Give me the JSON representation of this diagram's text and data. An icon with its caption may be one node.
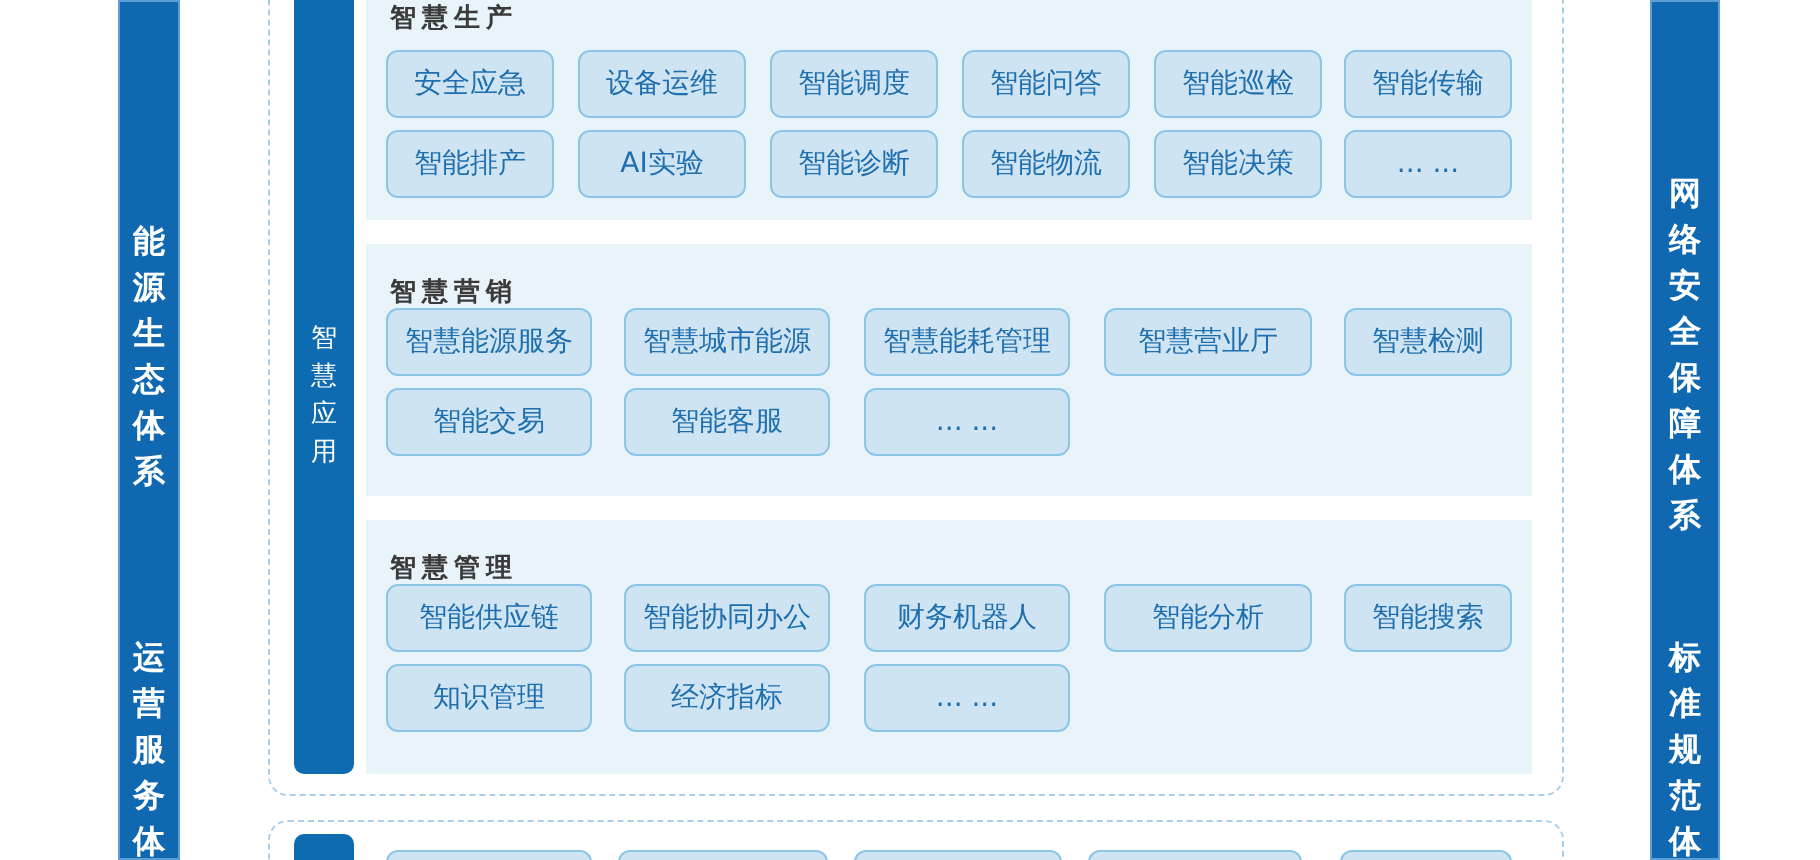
{
  "diagram": {
    "nodes": [
      {
        "text": [
          "能源生态体系",
          "运营服务体"
        ]
      },
      {
        "text": [],
        "shape": "box"
      },
      {
        "text": [
          "智慧应用"
        ],
        "in": 1
      },
      {
        "text": [
          "智慧生产"
        ],
        "in": 1
      },
      {
        "text": [
          "安全应急"
        ],
        "in": 3
      },
      {
        "text": [
          "设备运维"
        ],
        "in": 3
      },
      {
        "text": [
          "智能调度"
        ],
        "in": 3
      },
      {
        "text": [
          "智能问答"
        ],
        "in": 3
      },
      {
        "text": [
          "智能巡检"
        ],
        "in": 3
      },
      {
        "text": [
          "智能传输"
        ],
        "in": 3
      },
      {
        "text": [
          "智能排产"
        ],
        "in": 3
      },
      {
        "text": [
          "AI实验"
        ],
        "in": 3
      },
      {
        "text": [
          "智能诊断"
        ],
        "in": 3
      },
      {
        "text": [
          "智能物流"
        ],
        "in": 3
      },
      {
        "text": [
          "智能决策"
        ],
        "in": 3
      },
      {
        "text": [
          "... ..."
        ],
        "in": 3
      },
      {
        "text": [
          "智慧营销"
        ],
        "in": 1
      },
      {
        "text": [
          "智慧能源服务"
        ],
        "in": 16
      },
      {
        "text": [
          "智慧城市能源"
        ],
        "in": 16
      },
      {
        "text": [
          "智慧能耗管理"
        ],
        "in": 16
      },
      {
        "text": [
          "智慧营业厅"
        ],
        "in": 16
      },
      {
        "text": [
          "智慧检测"
        ],
        "in": 16
      },
      {
        "text": [
          "智能交易"
        ],
        "in": 16
      },
      {
        "text": [
          "智能客服"
        ],
        "in": 16
      },
      {
        "text": [
          "... ..."
        ],
        "in": 16
      },
      {
        "text": [
          "智慧管理"
        ],
        "in": 1
      },
      {
        "text": [
          "智能供应链"
        ],
        "in": 25
      },
      {
        "text": [
          "智能协同办公"
        ],
        "in": 25
      },
      {
        "text": [
          "财务机器人"
        ],
        "in": 25
      },
      {
        "text": [
          "智能分析"
        ],
        "in": 25
      },
      {
        "text": [
          "智能搜索"
        ],
        "in": 25
      },
      {
        "text": [
          "知识管理"
        ],
        "in": 25
      },
      {
        "text": [
          "经济指标"
        ],
        "in": 25
      },
      {
        "text": [
          "... ..."
        ],
        "in": 25
      },
      {
        "text": [
          "网络安全保障体系",
          "标准规范体"
        ]
      },
      {
        "text": [],
        "shape": "box"
      },
      {
        "text": [],
        "shape": "bar",
        "in": 35
      },
      {
        "text": [],
        "shape": "box",
        "in": 35
      },
      {
        "text": [],
        "shape": "box",
        "in": 35
      },
      {
        "text": [],
        "shape": "box",
        "in": 35
      },
      {
        "text": [],
        "shape": "box",
        "in": 35
      },
      {
        "text": [],
        "shape": "box",
        "in": 35
      }
    ],
    "edges": []
  }
}
